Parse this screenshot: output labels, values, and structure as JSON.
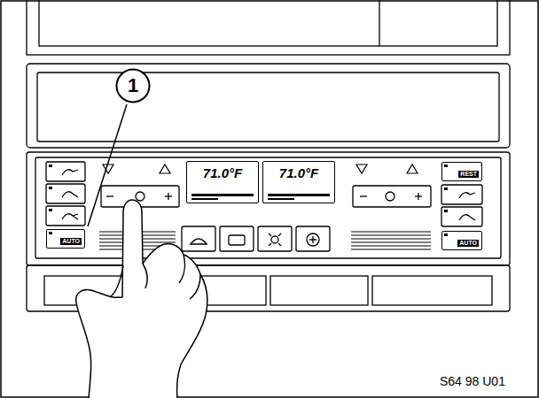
{
  "diagram": {
    "nodes": [
      {
        "text": [
          "1"
        ]
      },
      {
        "text": [
          "71.0°F"
        ]
      },
      {
        "text": [
          "71.0°F"
        ]
      },
      {
        "text": [
          "REST"
        ]
      },
      {
        "text": [
          "AUTO"
        ]
      },
      {
        "text": [
          "AUTO"
        ]
      }
    ],
    "edges": [],
    "labels": [
      "S64 98 U01"
    ]
  }
}
